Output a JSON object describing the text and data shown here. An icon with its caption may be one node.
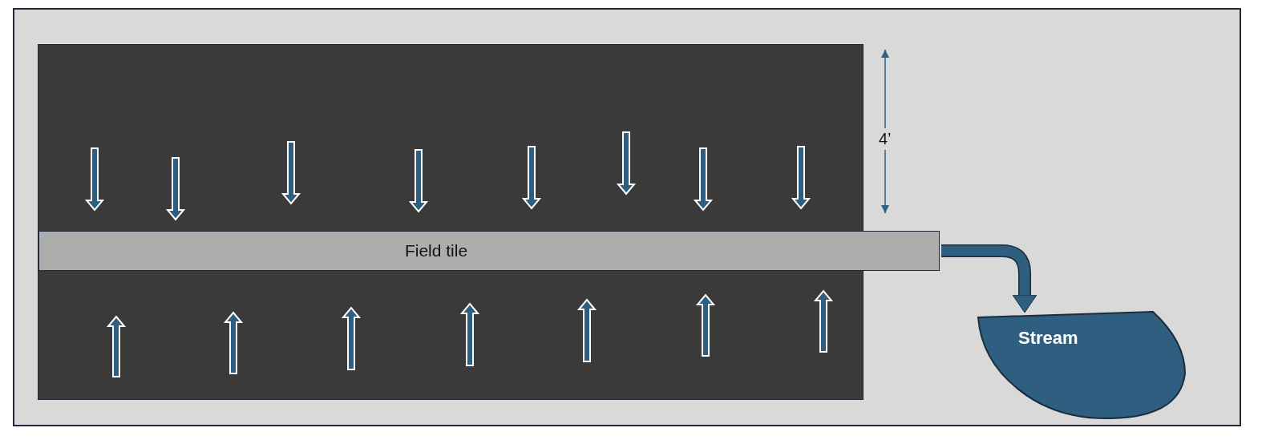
{
  "diagram": {
    "nodes": [
      {
        "text": [
          "Field tile"
        ]
      },
      {
        "text": [
          "Stream"
        ]
      }
    ],
    "edges": [
      {
        "from": 0,
        "to": 1,
        "arrow": "to"
      }
    ],
    "labels": [
      "4’"
    ]
  }
}
